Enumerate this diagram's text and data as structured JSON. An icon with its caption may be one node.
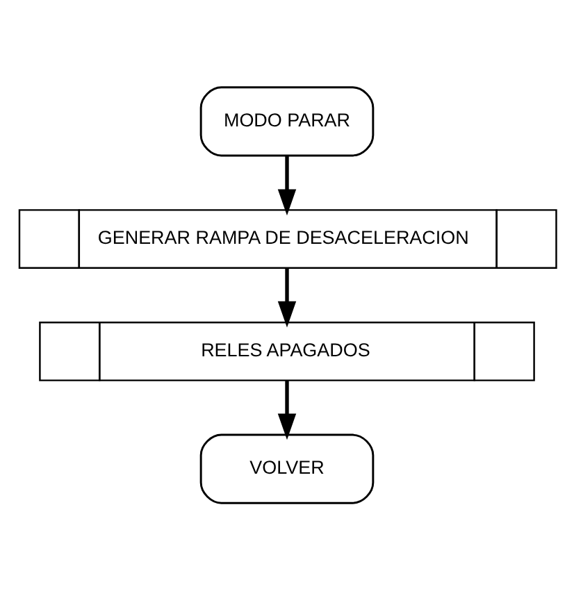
{
  "diagram": {
    "nodes": [
      {
        "text": [
          "MODO PARAR"
        ]
      },
      {
        "text": [
          "GENERAR RAMPA DE DESACELERACION"
        ]
      },
      {
        "text": [
          "RELES APAGADOS"
        ]
      },
      {
        "text": [
          "VOLVER"
        ]
      }
    ],
    "edges": [
      {
        "from": 0,
        "to": 1,
        "arrow": "to"
      },
      {
        "from": 1,
        "to": 2,
        "arrow": "to"
      },
      {
        "from": 2,
        "to": 3,
        "arrow": "to"
      }
    ]
  }
}
